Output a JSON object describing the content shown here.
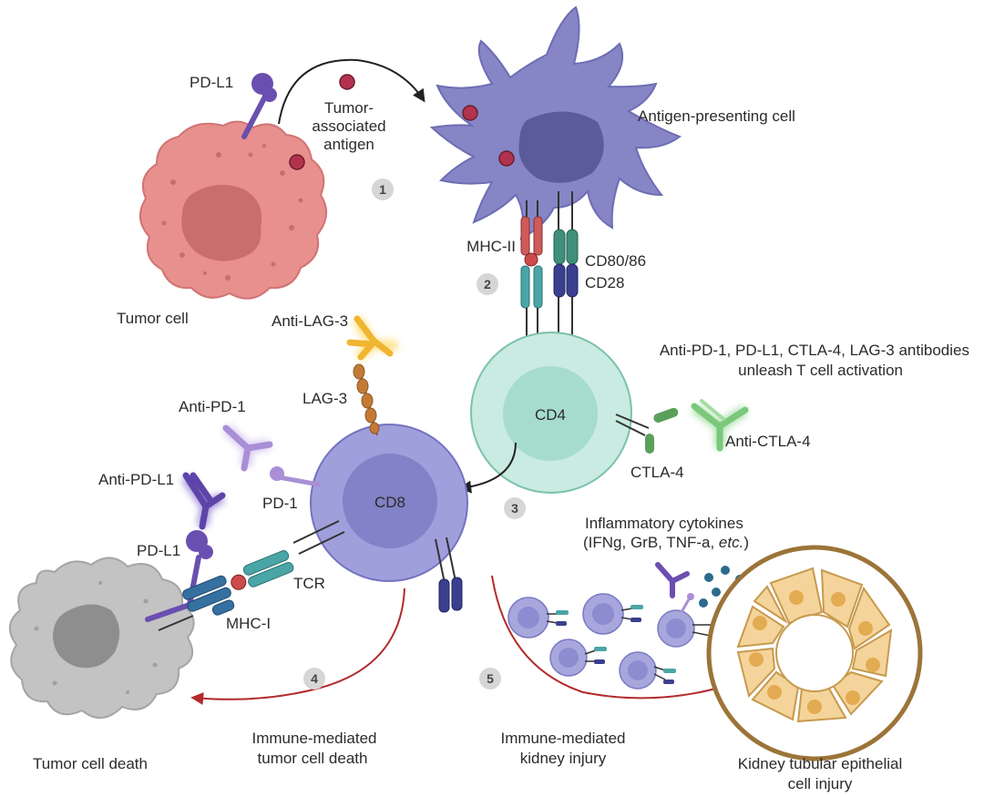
{
  "labels": {
    "pdl1_top": "PD-L1",
    "antigen_line1": "Tumor-",
    "antigen_line2": "associated",
    "antigen_line3": "antigen",
    "apc": "Antigen-presenting cell",
    "tumor_cell": "Tumor cell",
    "mhc2": "MHC-II",
    "cd8086": "CD80/86",
    "cd28": "CD28",
    "anti_lag3": "Anti-LAG-3",
    "lag3": "LAG-3",
    "antibodies_line1": "Anti-PD-1, PD-L1, CTLA-4, LAG-3 antibodies",
    "antibodies_line2": "unleash T cell activation",
    "cd4": "CD4",
    "anti_pd1": "Anti-PD-1",
    "anti_ctla4": "Anti-CTLA-4",
    "ctla4": "CTLA-4",
    "cd8": "CD8",
    "pd1": "PD-1",
    "anti_pdl1": "Anti-PD-L1",
    "pdl1_bottom": "PD-L1",
    "tcr": "TCR",
    "mhc1": "MHC-I",
    "cytokines_line1": "Inflammatory cytokines",
    "cytokines_line2": "(IFNg, GrB, TNF-a, ",
    "cytokines_etc": "etc.",
    "cytokines_close": ")",
    "tumor_death_caption": "Tumor cell death",
    "immune_tumor_line1": "Immune-mediated",
    "immune_tumor_line2": "tumor cell death",
    "immune_kidney_line1": "Immune-mediated",
    "immune_kidney_line2": "kidney injury",
    "kidney_line1": "Kidney tubular epithelial",
    "kidney_line2": "cell injury"
  },
  "steps": [
    "1",
    "2",
    "3",
    "4",
    "5"
  ],
  "colors": {
    "tumor_cell": "#e8908e",
    "tumor_nucleus": "#c96d6d",
    "apc": "#8686c6",
    "apc_nucleus": "#5b5b9c",
    "cd4": "#c9ebe1",
    "cd4_nucleus": "#a6dccd",
    "cd8": "#9f9fdc",
    "cd8_nucleus": "#8282c8",
    "dead_cell": "#c3c3c3",
    "antigen": "#b3334e",
    "pd_purple": "#6b4fb0",
    "red_arrow": "#b22a2a",
    "kidney_ring": "#9c7438",
    "kidney_cell": "#f4d49a",
    "kidney_nucleus": "#e3ab52",
    "cytokine_dot": "#2e6a8c"
  },
  "icons": [
    "tumor-cell-icon",
    "antigen-presenting-cell-icon",
    "cd4-cell-icon",
    "cd8-cell-icon",
    "dying-tumor-cell-icon",
    "kidney-tubule-icon",
    "antibody-icon",
    "receptor-icon"
  ]
}
